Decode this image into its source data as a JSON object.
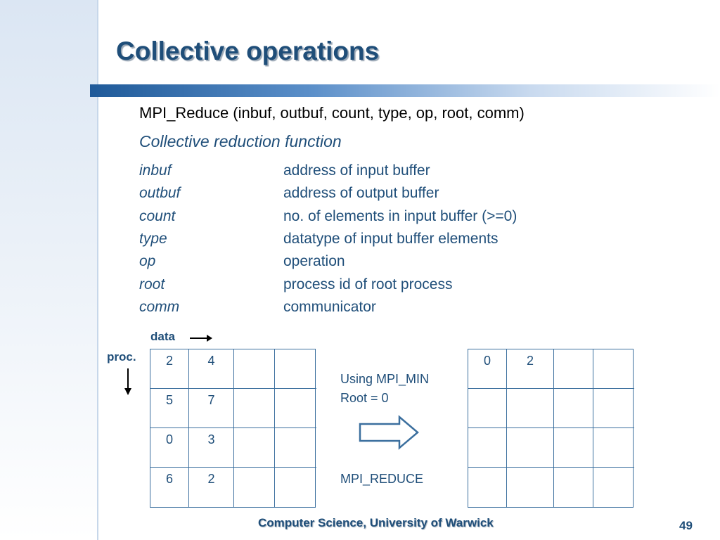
{
  "slide": {
    "title": "Collective operations",
    "signature": "MPI_Reduce (inbuf, outbuf, count, type, op, root, comm)",
    "description": "Collective reduction function",
    "params": [
      {
        "name": "inbuf",
        "desc": "address of input buffer"
      },
      {
        "name": "outbuf",
        "desc": "address of output buffer"
      },
      {
        "name": "count",
        "desc": "no. of elements in input buffer (>=0)"
      },
      {
        "name": "type",
        "desc": "datatype of input buffer elements"
      },
      {
        "name": "op",
        "desc": "operation"
      },
      {
        "name": "root",
        "desc": "process id of root process"
      },
      {
        "name": "comm",
        "desc": "communicator"
      }
    ]
  },
  "diagram": {
    "data_label": "data",
    "proc_label": "proc.",
    "input_grid": [
      [
        "2",
        "4",
        "",
        ""
      ],
      [
        "5",
        "7",
        "",
        ""
      ],
      [
        "0",
        "3",
        "",
        ""
      ],
      [
        "6",
        "2",
        "",
        ""
      ]
    ],
    "output_grid": [
      [
        "0",
        "2",
        "",
        ""
      ],
      [
        "",
        "",
        "",
        ""
      ],
      [
        "",
        "",
        "",
        ""
      ],
      [
        "",
        "",
        "",
        ""
      ]
    ],
    "using_text": "Using MPI_MIN",
    "root_text": "Root = 0",
    "reduce_label": "MPI_REDUCE"
  },
  "footer": {
    "text": "Computer Science, University of Warwick",
    "page": "49"
  },
  "colors": {
    "title": "#1f4e79",
    "accent": "#1f5a99",
    "grid_line": "#3b6f9e"
  }
}
